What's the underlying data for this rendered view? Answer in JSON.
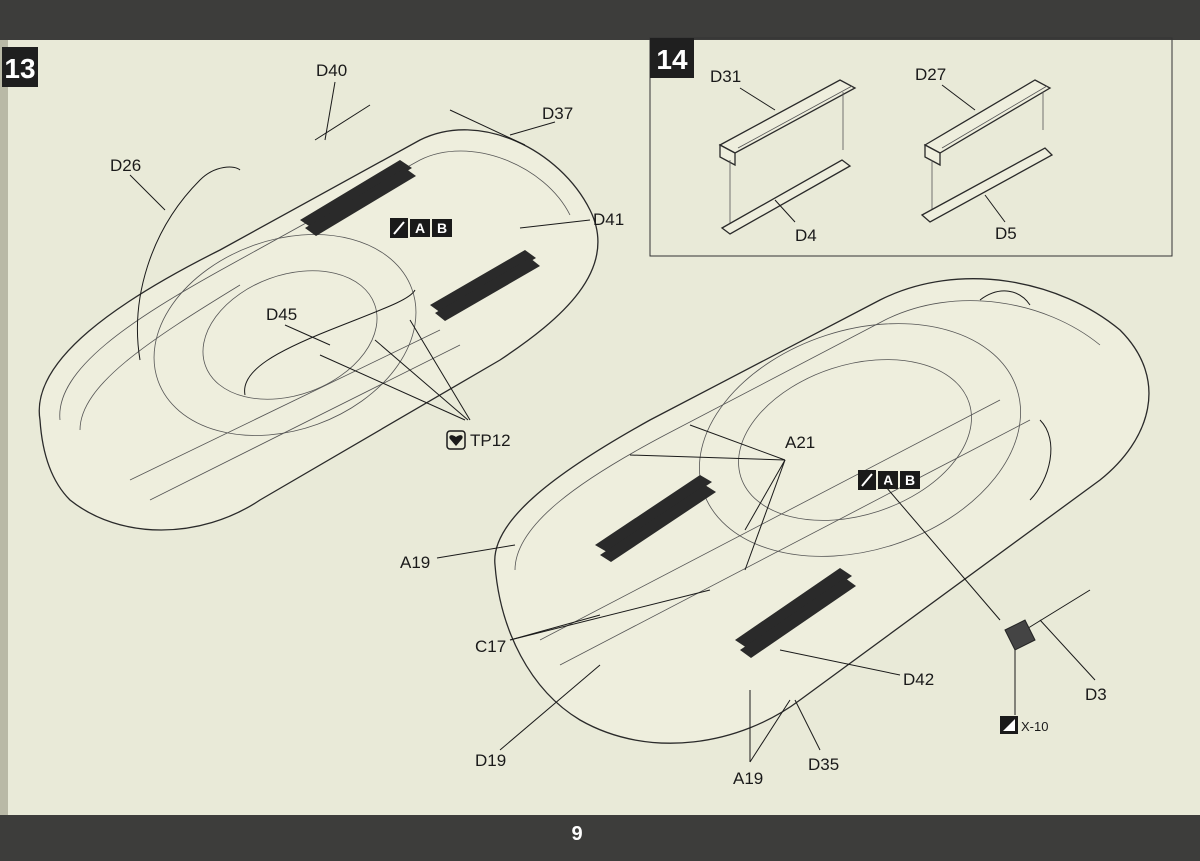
{
  "page_number": "9",
  "steps": [
    {
      "number": "13",
      "labels": [
        "D40",
        "D37",
        "D26",
        "D41",
        "D45",
        "TP12"
      ],
      "glue_icons": [
        "A",
        "B"
      ]
    },
    {
      "number": "14",
      "labels": [
        "D31",
        "D27",
        "D4",
        "D5"
      ]
    }
  ],
  "lower_labels": [
    "A21",
    "A19",
    "C17",
    "D42",
    "D3",
    "D19",
    "A19",
    "D35"
  ],
  "lower_glue_icons": [
    "A",
    "B"
  ],
  "paint_ref": "X-10"
}
